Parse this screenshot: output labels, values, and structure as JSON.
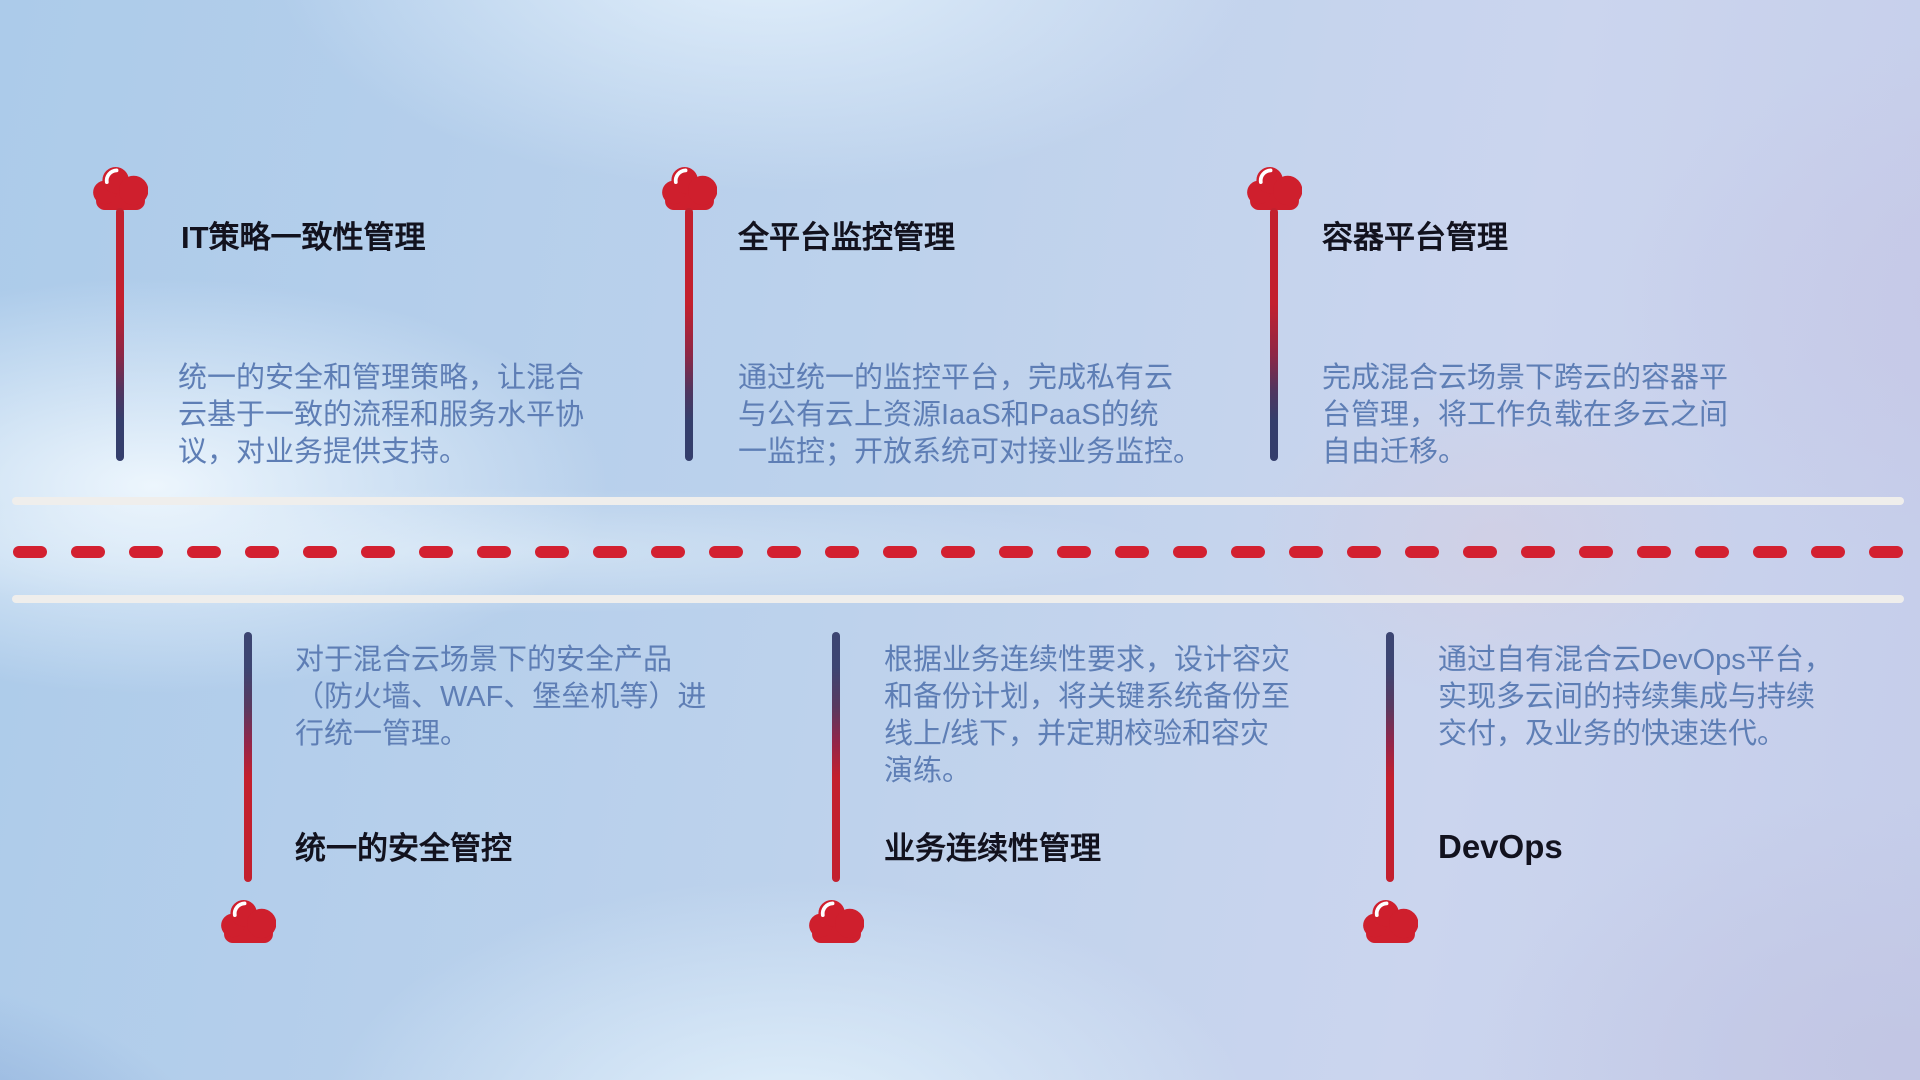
{
  "items": [
    {
      "title": "IT策略一致性管理",
      "desc": "统一的安全和管理策略，让混合\n云基于一致的流程和服务水平协\n议，对业务提供支持。"
    },
    {
      "title": "全平台监控管理",
      "desc": "通过统一的监控平台，完成私有云\n与公有云上资源IaaS和PaaS的统\n一监控；开放系统可对接业务监控。"
    },
    {
      "title": "容器平台管理",
      "desc": "完成混合云场景下跨云的容器平\n台管理，将工作负载在多云之间\n自由迁移。"
    },
    {
      "title": "统一的安全管控",
      "desc": "对于混合云场景下的安全产品\n（防火墙、WAF、堡垒机等）进\n行统一管理。"
    },
    {
      "title": "业务连续性管理",
      "desc": "根据业务连续性要求，设计容灾\n和备份计划，将关键系统备份至\n线上/线下，并定期校验和容灾\n演练。"
    },
    {
      "title": "DevOps",
      "desc": "通过自有混合云DevOps平台，\n实现多云间的持续集成与持续\n交付，及业务的快速迭代。"
    }
  ],
  "road": {
    "dash_color": "#d32030",
    "line_color": "#efeeec",
    "dash_count": 33
  },
  "colors": {
    "cloud": "#cf1f2d",
    "title": "#12121e",
    "desc": "#5e7eb5",
    "stem_red": "#c41e2c",
    "stem_navy": "#343e6c"
  }
}
